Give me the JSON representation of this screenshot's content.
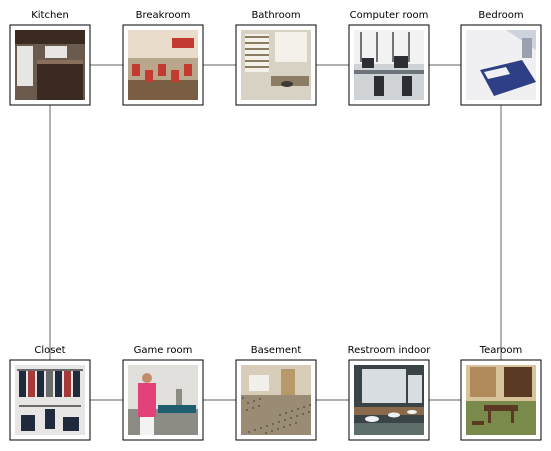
{
  "colors": {
    "edge": "#808080",
    "frame": "#000000",
    "background": "#ffffff"
  },
  "rooms": [
    {
      "id": "kitchen",
      "label": "Kitchen",
      "icon": "kitchen-photo",
      "palette": {
        "bg": "#6b5a4e",
        "a": "#3a2a22",
        "b": "#e8e6e2",
        "c": "#8a6e5c"
      }
    },
    {
      "id": "breakroom",
      "label": "Breakroom",
      "icon": "breakroom-photo",
      "palette": {
        "bg": "#b8a78a",
        "a": "#c23a30",
        "b": "#e9dccb",
        "c": "#7a5e44"
      }
    },
    {
      "id": "bathroom",
      "label": "Bathroom",
      "icon": "bathroom-photo",
      "palette": {
        "bg": "#d8d2c4",
        "a": "#f4f1ea",
        "b": "#8c7c64",
        "c": "#3d3a33"
      }
    },
    {
      "id": "computer-room",
      "label": "Computer room",
      "icon": "computer-room-photo",
      "palette": {
        "bg": "#cfd3d6",
        "a": "#2c2e33",
        "b": "#f2f2f0",
        "c": "#6d747c"
      }
    },
    {
      "id": "bedroom",
      "label": "Bedroom",
      "icon": "bedroom-photo",
      "palette": {
        "bg": "#cdd2dc",
        "a": "#2e3f86",
        "b": "#f0f0f2",
        "c": "#9aa1ae"
      }
    },
    {
      "id": "closet",
      "label": "Closet",
      "icon": "closet-photo",
      "palette": {
        "bg": "#e8e6e4",
        "a": "#1f2a3c",
        "b": "#a63a3a",
        "c": "#6b6b6b"
      }
    },
    {
      "id": "game-room",
      "label": "Game room",
      "icon": "game-room-photo",
      "palette": {
        "bg": "#e2e0dc",
        "a": "#e2417a",
        "b": "#1f5e6e",
        "c": "#8c8c84"
      }
    },
    {
      "id": "basement",
      "label": "Basement",
      "icon": "basement-photo",
      "palette": {
        "bg": "#9a8c74",
        "a": "#d8cdb8",
        "b": "#b89a6a",
        "c": "#6e6252"
      }
    },
    {
      "id": "restroom-indoor",
      "label": "Restroom indoor",
      "icon": "restroom-indoor-photo",
      "palette": {
        "bg": "#5e6e6a",
        "a": "#d7dde0",
        "b": "#8a6a4a",
        "c": "#3a4446"
      }
    },
    {
      "id": "tearoom",
      "label": "Tearoom",
      "icon": "tearoom-photo",
      "palette": {
        "bg": "#b08a5a",
        "a": "#5a3a22",
        "b": "#d8c49a",
        "c": "#7a8a4a"
      }
    }
  ],
  "edges": [
    [
      "kitchen",
      "breakroom"
    ],
    [
      "breakroom",
      "bathroom"
    ],
    [
      "bathroom",
      "computer-room"
    ],
    [
      "computer-room",
      "bedroom"
    ],
    [
      "kitchen",
      "closet"
    ],
    [
      "bedroom",
      "tearoom"
    ],
    [
      "closet",
      "game-room"
    ],
    [
      "game-room",
      "basement"
    ],
    [
      "basement",
      "restroom-indoor"
    ],
    [
      "restroom-indoor",
      "tearoom"
    ]
  ]
}
